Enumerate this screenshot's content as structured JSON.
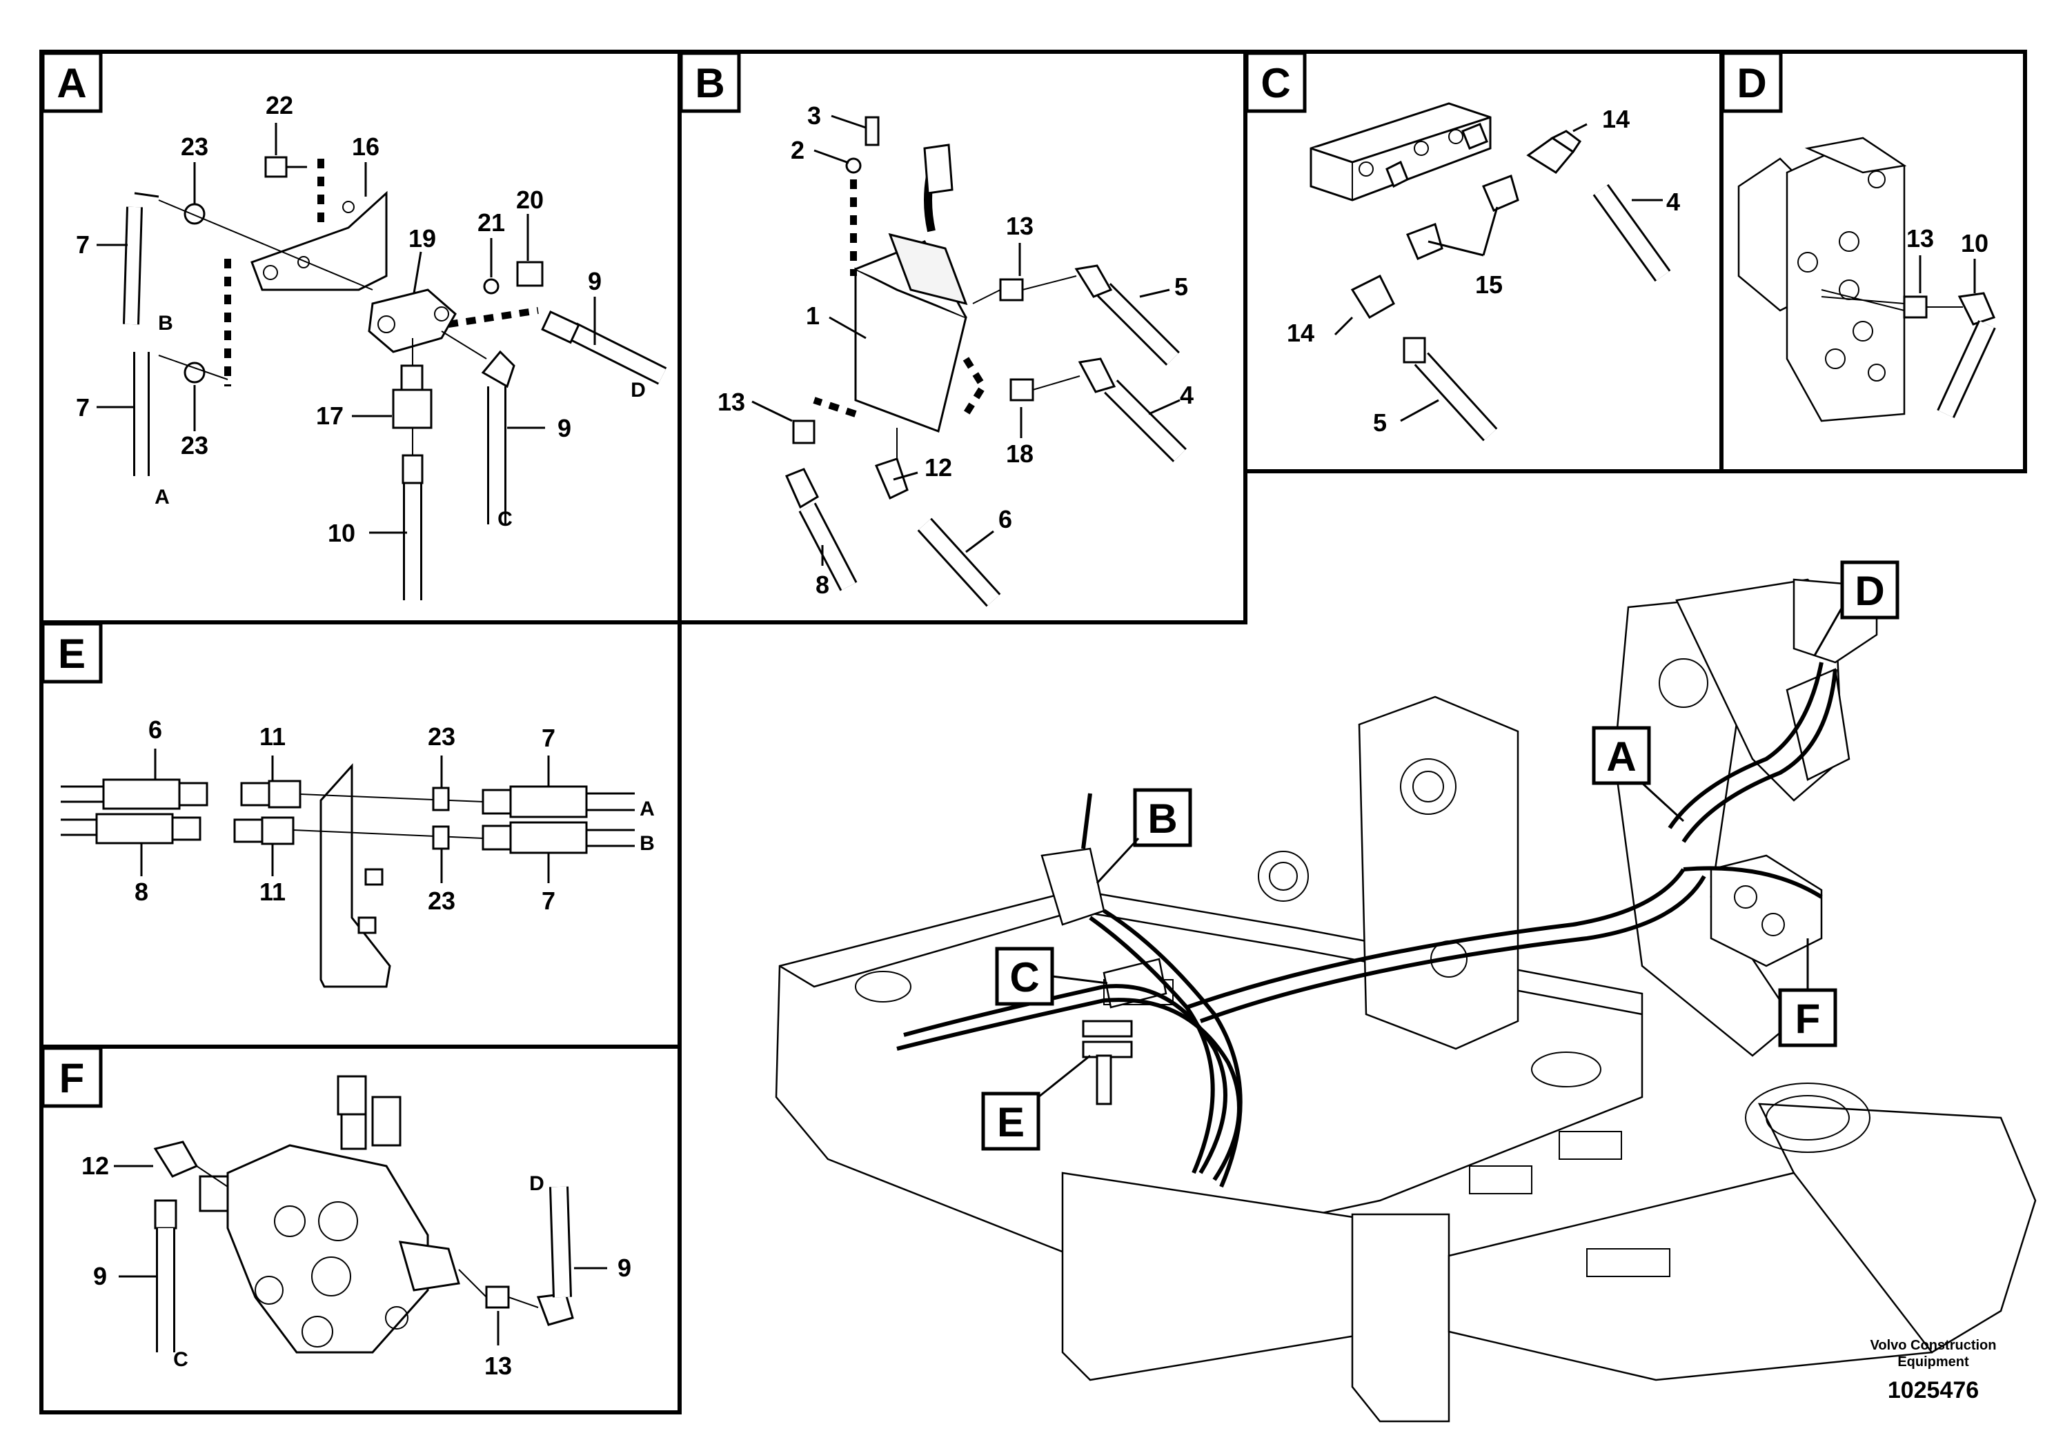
{
  "panels": {
    "A": {
      "letter": "A",
      "parts": [
        "22",
        "23",
        "16",
        "7",
        "19",
        "21",
        "20",
        "9",
        "23",
        "7",
        "17",
        "9",
        "10"
      ],
      "ends": [
        "B",
        "A",
        "D",
        "C"
      ]
    },
    "B": {
      "letter": "B",
      "parts": [
        "3",
        "2",
        "13",
        "1",
        "5",
        "4",
        "13",
        "12",
        "18",
        "6",
        "8"
      ]
    },
    "C": {
      "letter": "C",
      "parts": [
        "14",
        "4",
        "15",
        "14",
        "5"
      ]
    },
    "D": {
      "letter": "D",
      "parts": [
        "13",
        "10"
      ]
    },
    "E": {
      "letter": "E",
      "parts": [
        "6",
        "11",
        "23",
        "7",
        "8",
        "11",
        "23",
        "7"
      ],
      "ends": [
        "A",
        "B"
      ]
    },
    "F": {
      "letter": "F",
      "parts": [
        "12",
        "9",
        "9",
        "13"
      ],
      "ends": [
        "C",
        "D"
      ]
    }
  },
  "overview": {
    "callouts": [
      "D",
      "A",
      "B",
      "C",
      "F",
      "E"
    ]
  },
  "footer": {
    "brand": "Volvo Construction",
    "brand2": "Equipment",
    "drawing_no": "1025476"
  }
}
